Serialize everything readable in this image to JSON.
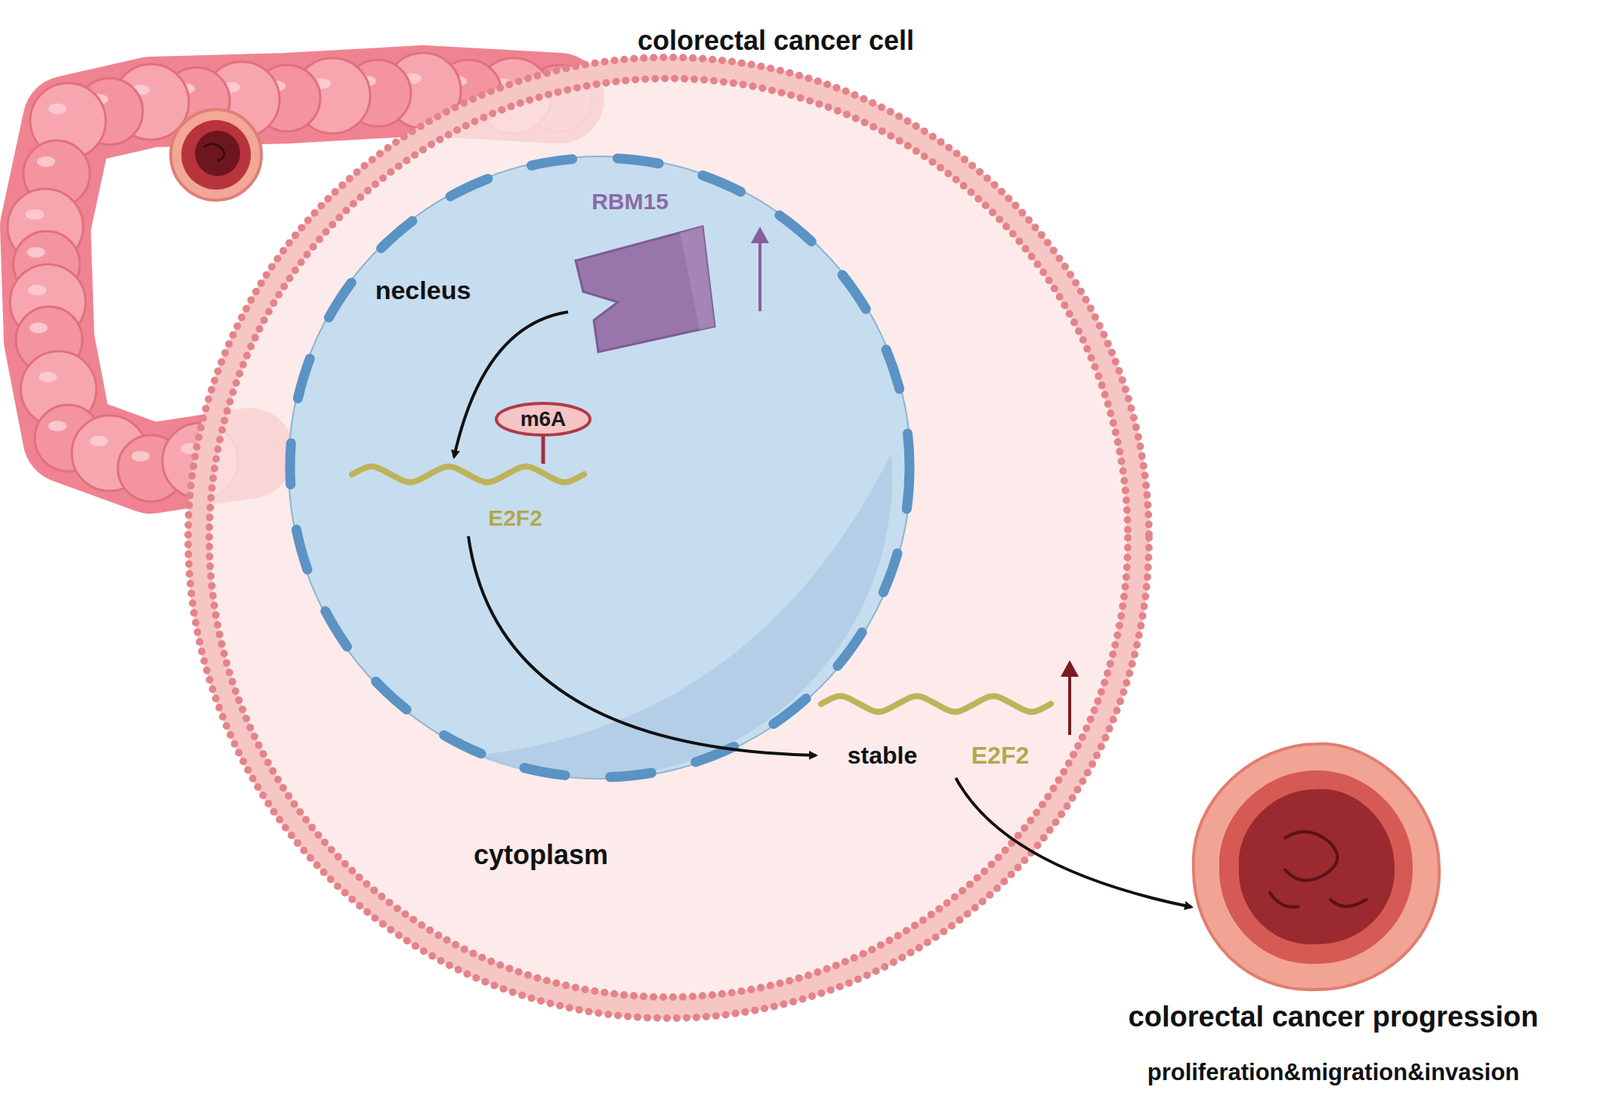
{
  "diagram": {
    "nodes": [
      {
        "text": [
          "colorectal cancer cell",
          "cytoplasm"
        ]
      },
      {
        "text": [
          "necleus"
        ],
        "in": 0
      },
      {
        "text": [
          "RBM15"
        ],
        "in": 1
      },
      {
        "text": [
          "m6A"
        ],
        "in": 1
      },
      {
        "text": [
          "E2F2"
        ],
        "in": 1
      },
      {
        "text": [
          "stable",
          "E2F2"
        ],
        "in": 0
      },
      {
        "text": [
          "colorectal cancer progression",
          "proliferation&migration&invasion"
        ]
      }
    ],
    "edges": [
      {
        "from": 2,
        "to": 4,
        "arrow": "to"
      },
      {
        "from": 4,
        "to": 5,
        "arrow": "to"
      },
      {
        "from": 5,
        "to": 6,
        "arrow": "to"
      }
    ]
  }
}
